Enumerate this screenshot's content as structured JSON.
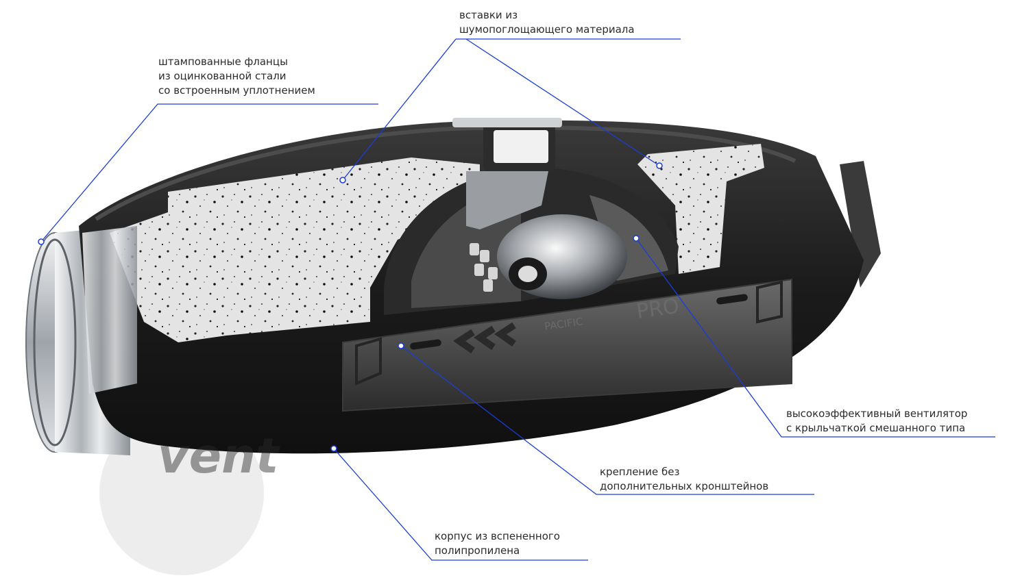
{
  "callouts": {
    "flanges": {
      "lines": [
        "штампованные фланцы",
        "из оцинкованной стали",
        "со встроенным уплотнением"
      ]
    },
    "inserts": {
      "lines": [
        "вставки из",
        "шумопоглощающего материала"
      ]
    },
    "fan": {
      "lines": [
        "высокоэффективный вентилятор",
        "с крыльчаткой смешанного типа"
      ]
    },
    "mount": {
      "lines": [
        "крепление без",
        "дополнительных кронштейнов"
      ]
    },
    "housing": {
      "lines": [
        "корпус из вспененного",
        "полипропилена"
      ]
    }
  },
  "product_marking": {
    "brand": "PACIFIC",
    "model": "PRO"
  },
  "watermark": {
    "text": "vent"
  },
  "colors": {
    "leader_line": "#1a3dd6",
    "housing": "#1f1f1f",
    "foam": "#e6e6e6",
    "steel": "#c9ccd0"
  }
}
